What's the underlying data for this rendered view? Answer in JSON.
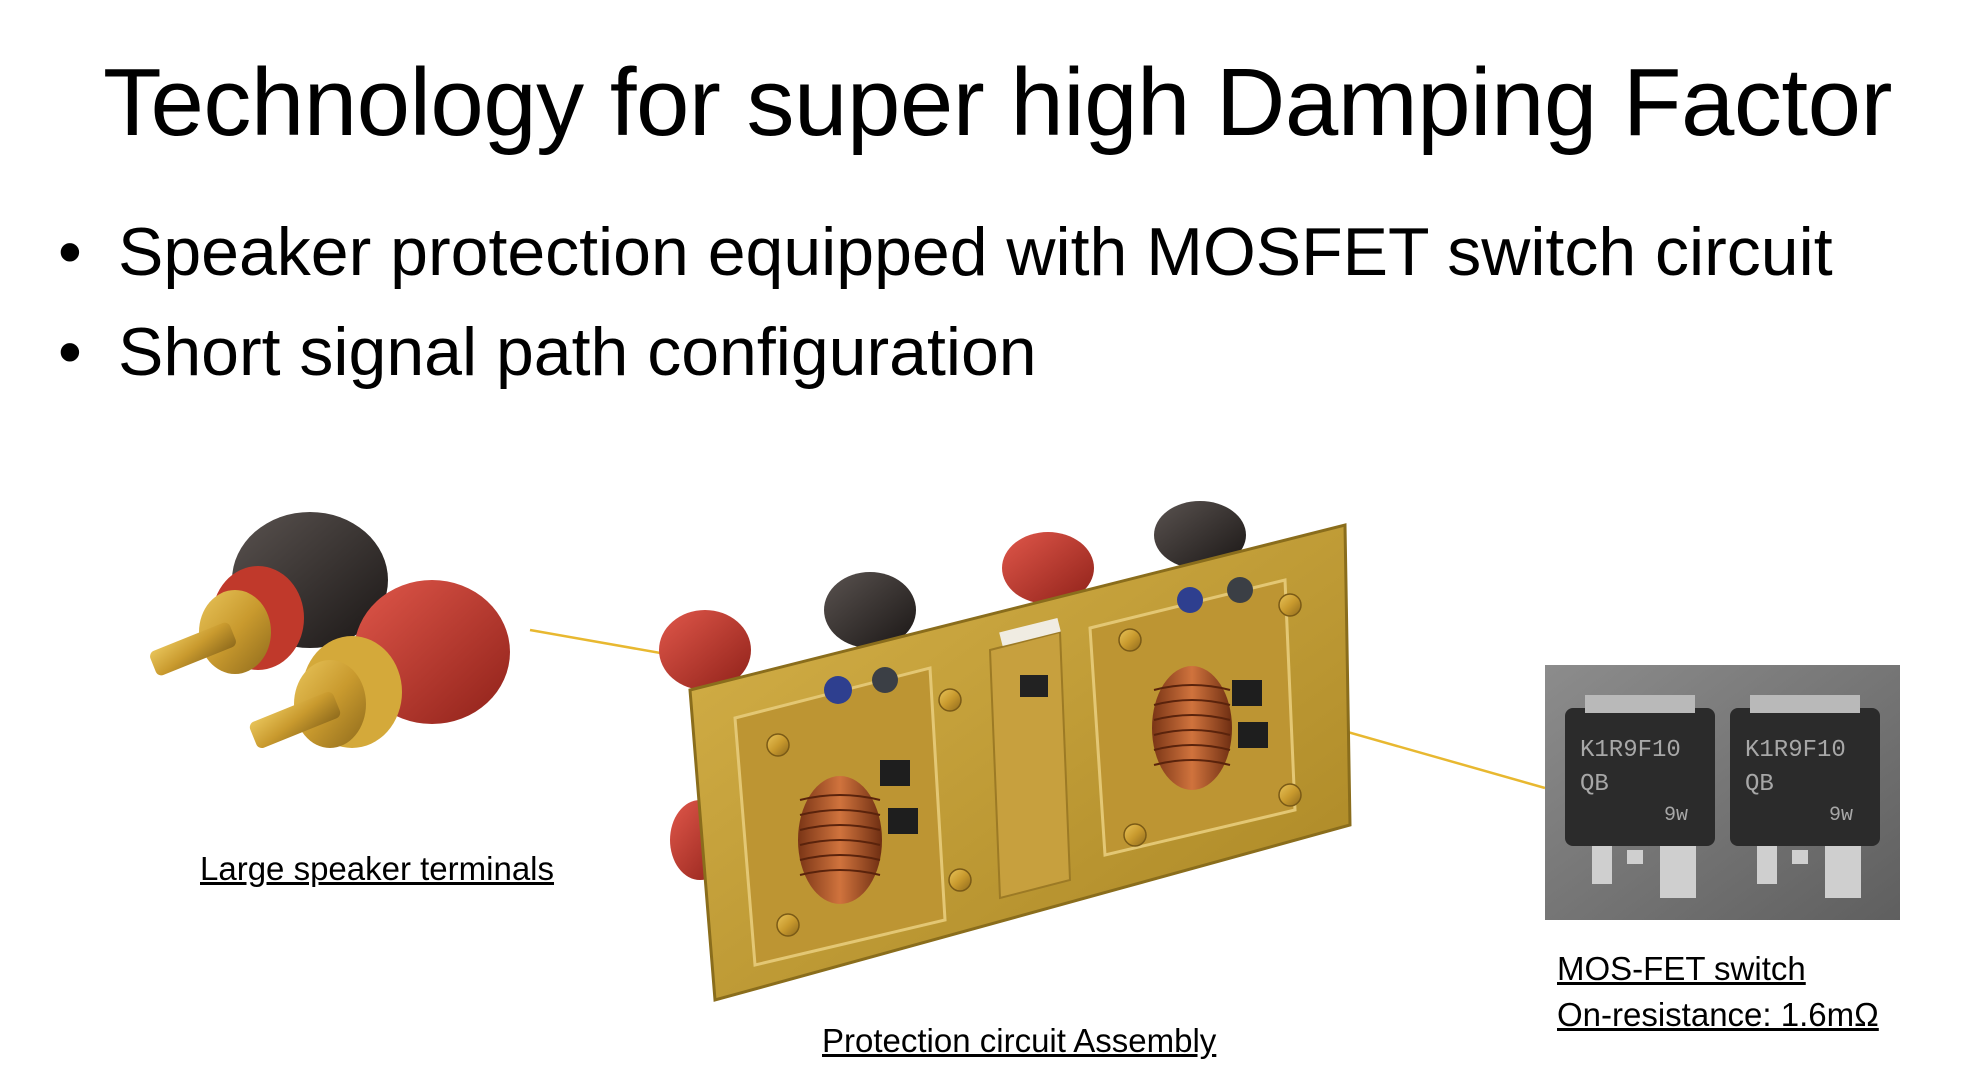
{
  "title": "Technology for super high Damping Factor",
  "bullets": [
    "Speaker protection equipped with MOSFET switch circuit",
    "Short signal path configuration"
  ],
  "captions": {
    "terminals": "Large speaker terminals",
    "assembly": "Protection circuit Assembly",
    "mosfet_name": "MOS-FET switch",
    "mosfet_resistance": "On-resistance: 1.6mΩ"
  },
  "chip_markings": {
    "line1": "K1R9F10",
    "line2": "QB",
    "line3": "9w"
  },
  "colors": {
    "callout_line": "#e8b830",
    "pcb_gold": "#c9a23a",
    "terminal_red": "#b83328",
    "terminal_black": "#2a2624"
  }
}
